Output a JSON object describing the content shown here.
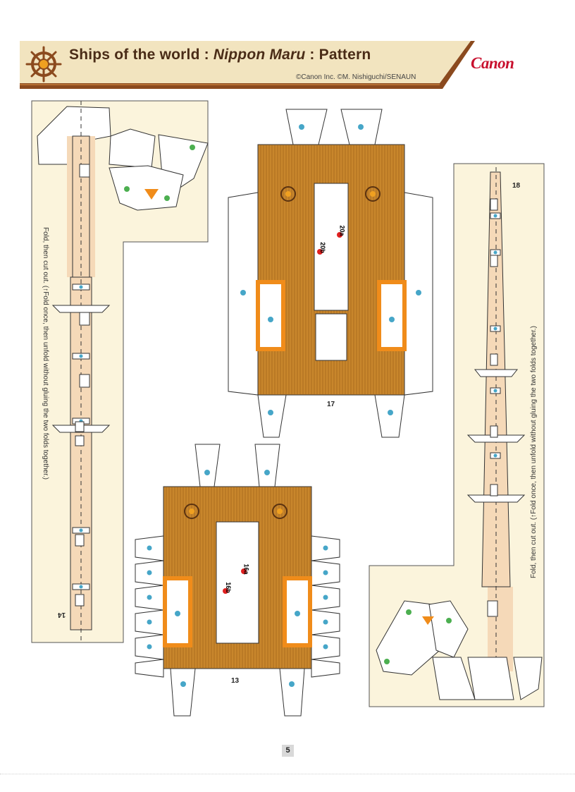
{
  "header": {
    "title_prefix": "Ships of the world : ",
    "title_ship": "Nippon Maru",
    "title_suffix": " : Pattern",
    "copyright": "©Canon Inc. ©M. Nishiguchi/SENAUN",
    "brand": "Canon"
  },
  "instruction_text": "Fold, then cut out. (↑Fold once, then unfold without gluing the two folds together.)",
  "parts": {
    "left_mast": "14",
    "top_deck": "17",
    "bottom_deck": "13",
    "right_mast": "18"
  },
  "labels": {
    "top_deck_a": "20a",
    "top_deck_b": "20b",
    "bottom_deck_a": "16a",
    "bottom_deck_b": "16b"
  },
  "page_number": "5",
  "colors": {
    "header_band": "#f2e4bf",
    "header_stripe": "#8b4a1e",
    "title": "#4a2c17",
    "brand": "#c8102e",
    "panel": "#fbf4dc",
    "mast": "#f5d9b8",
    "deck": "#c8862c",
    "deck_line": "#9a5d16",
    "house_orange": "#f08c1a",
    "dot_blue": "#46a6c8",
    "dot_green": "#4caf50",
    "dot_red": "#e02020"
  },
  "icons": [
    "ship-wheel-icon"
  ]
}
